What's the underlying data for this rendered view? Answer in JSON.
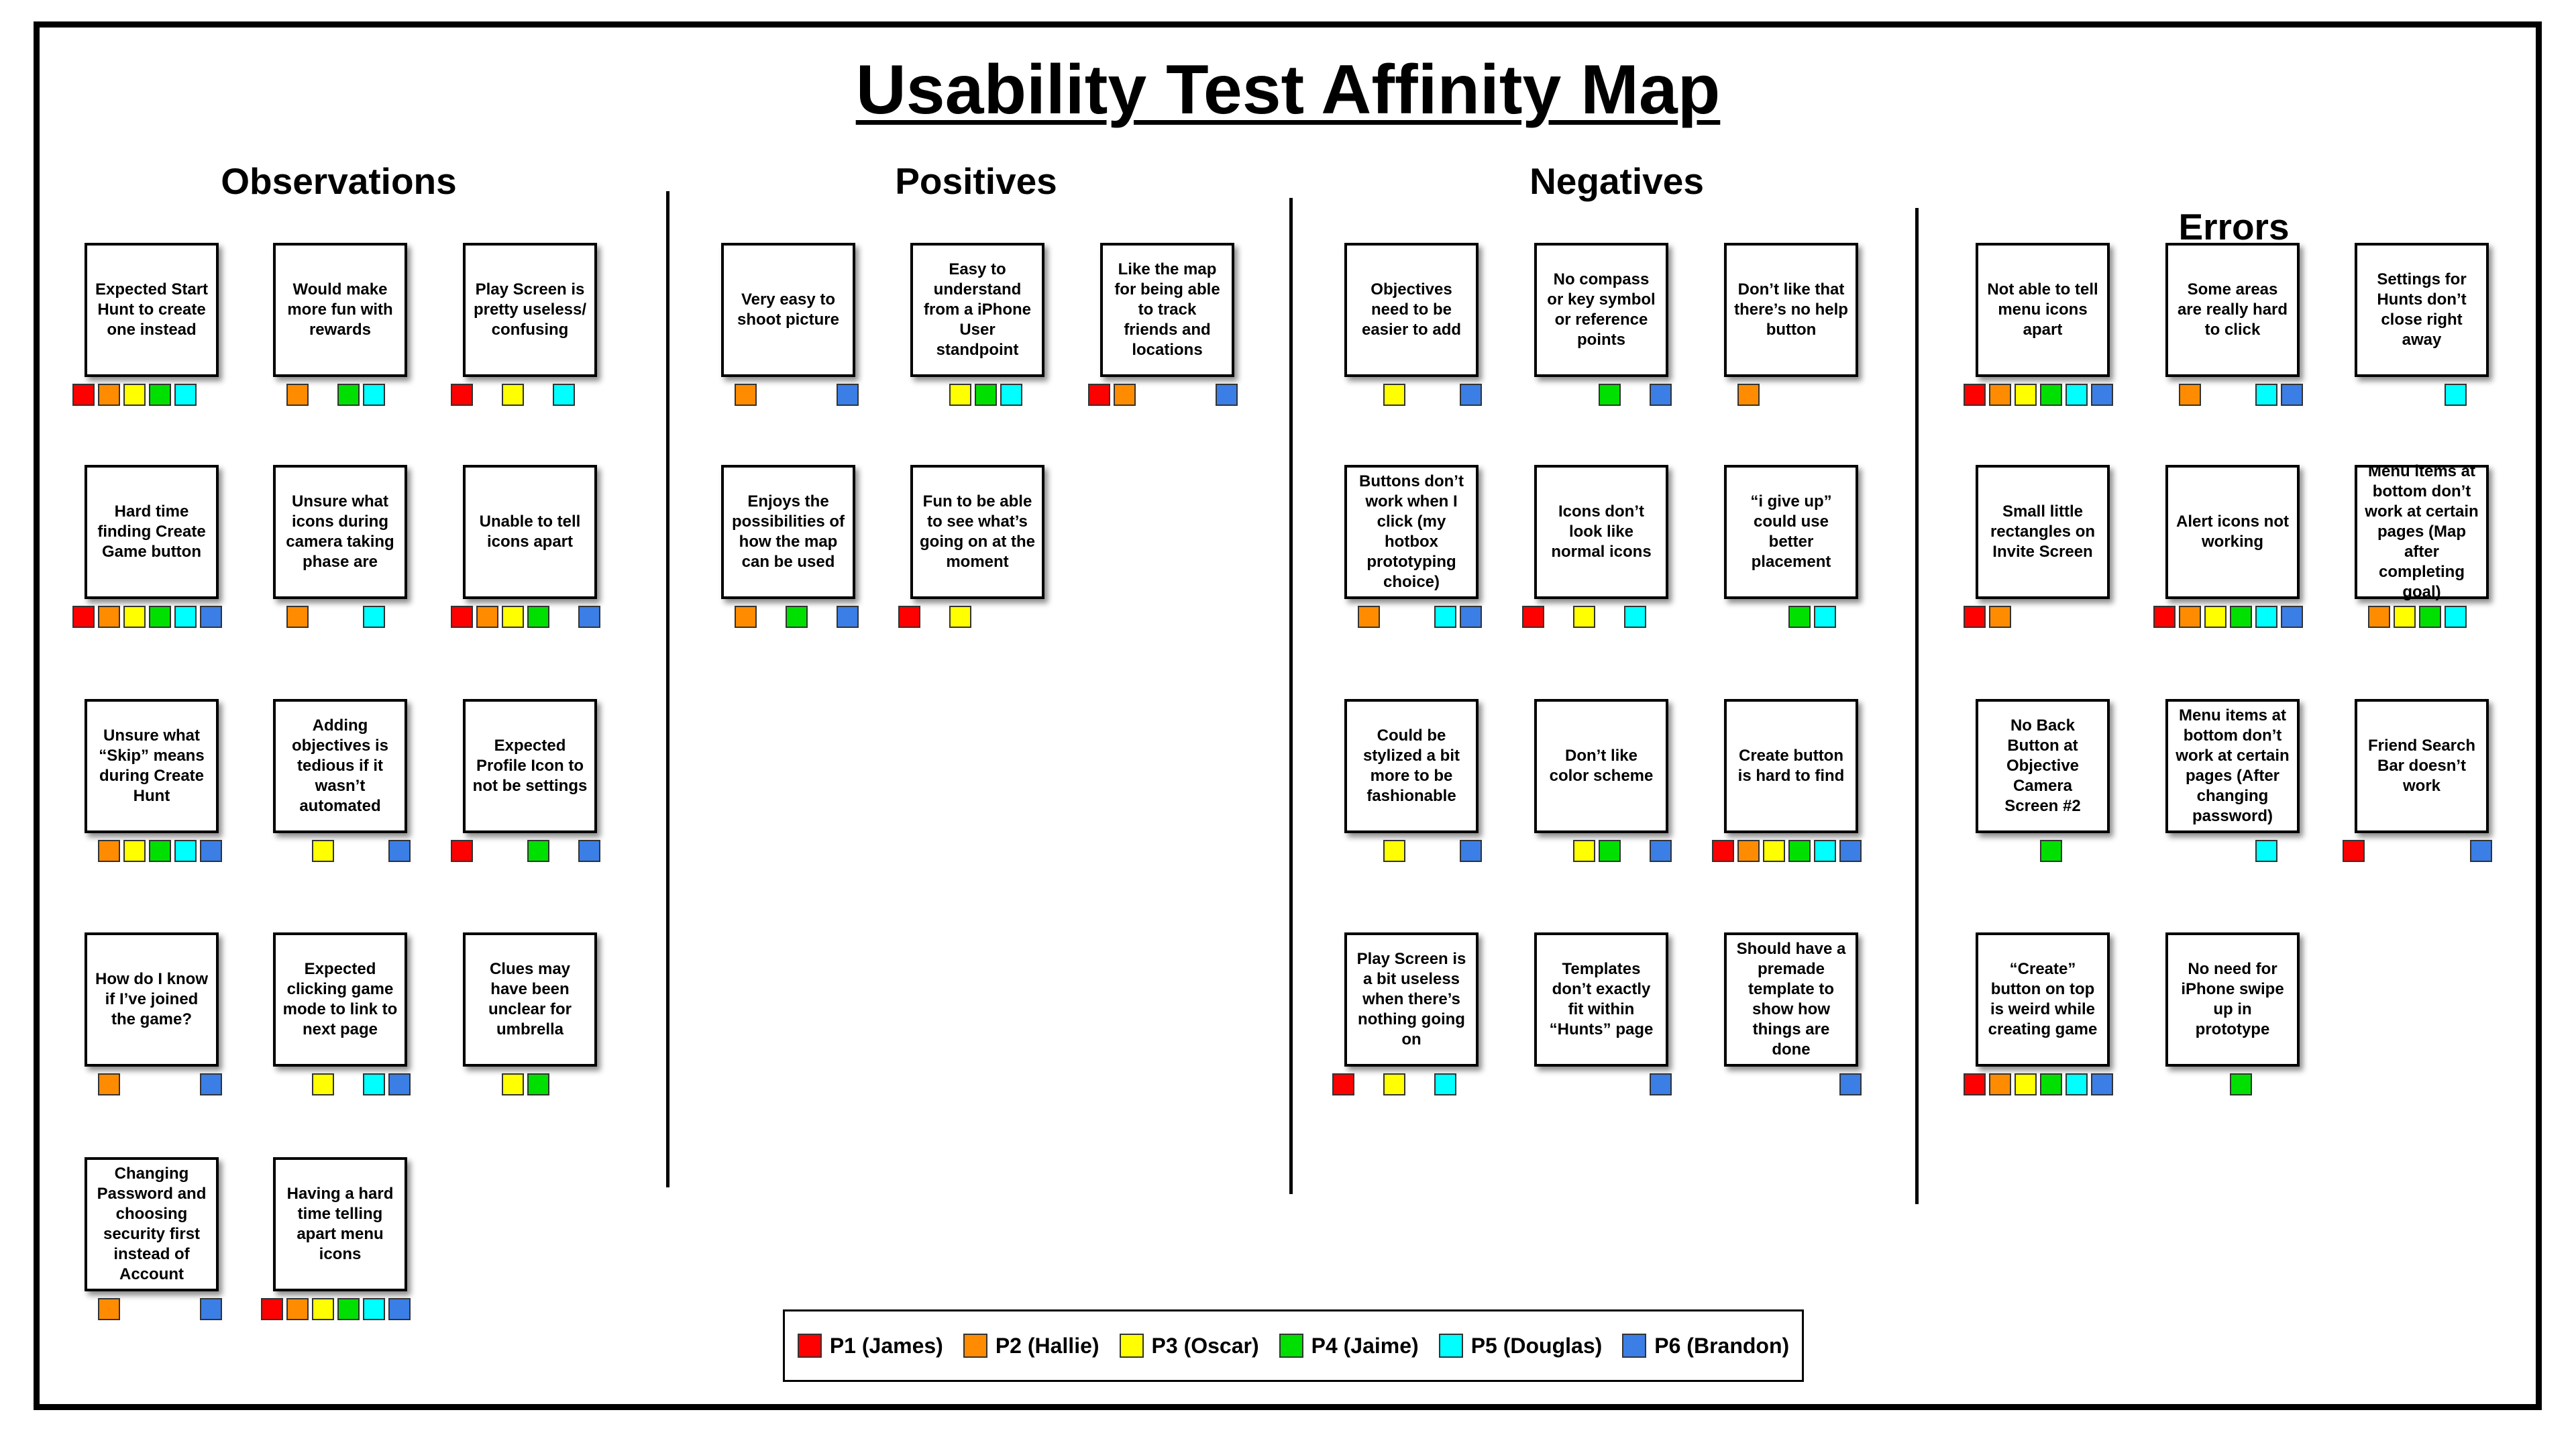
{
  "title": "Usability Test Affinity Map",
  "participants": [
    {
      "id": "P1",
      "label": "P1 (James)",
      "color": "#ff0000"
    },
    {
      "id": "P2",
      "label": "P2 (Hallie)",
      "color": "#ff8c00"
    },
    {
      "id": "P3",
      "label": "P3 (Oscar)",
      "color": "#ffff00"
    },
    {
      "id": "P4",
      "label": "P4 (Jaime)",
      "color": "#00e000"
    },
    {
      "id": "P5",
      "label": "P5 (Douglas)",
      "color": "#00ffff"
    },
    {
      "id": "P6",
      "label": "P6 (Brandon)",
      "color": "#3b7ee6"
    }
  ],
  "columns": [
    {
      "heading": "Observations",
      "notes": [
        {
          "text": "Expected Start Hunt to create one instead",
          "participants": [
            "P1",
            "P2",
            "P3",
            "P4",
            "P5"
          ]
        },
        {
          "text": "Would make more fun with rewards",
          "participants": [
            "P2",
            "P4",
            "P5"
          ]
        },
        {
          "text": "Play Screen is pretty useless/ confusing",
          "participants": [
            "P1",
            "P3",
            "P5"
          ]
        },
        {
          "text": "Hard time finding Create Game button",
          "participants": [
            "P1",
            "P2",
            "P3",
            "P4",
            "P5",
            "P6"
          ]
        },
        {
          "text": "Unsure what icons during camera taking phase are",
          "participants": [
            "P2",
            "P5"
          ]
        },
        {
          "text": "Unable to tell icons apart",
          "participants": [
            "P1",
            "P2",
            "P3",
            "P4",
            "P6"
          ]
        },
        {
          "text": "Unsure what “Skip” means during Create Hunt",
          "participants": [
            "P2",
            "P3",
            "P4",
            "P5",
            "P6"
          ]
        },
        {
          "text": "Adding objectives is tedious if it wasn’t automated",
          "participants": [
            "P3",
            "P6"
          ]
        },
        {
          "text": "Expected Profile Icon to not be settings",
          "participants": [
            "P1",
            "P4",
            "P6"
          ]
        },
        {
          "text": "How do I know if I’ve joined the game?",
          "participants": [
            "P2",
            "P6"
          ]
        },
        {
          "text": "Expected clicking game mode to link to next page",
          "participants": [
            "P3",
            "P5",
            "P6"
          ]
        },
        {
          "text": "Clues may have been unclear for umbrella",
          "participants": [
            "P3",
            "P4"
          ]
        },
        {
          "text": "Changing Password and choosing security first instead of Account",
          "participants": [
            "P2",
            "P6"
          ]
        },
        {
          "text": "Having a hard time telling apart menu icons",
          "participants": [
            "P1",
            "P2",
            "P3",
            "P4",
            "P5",
            "P6"
          ]
        }
      ]
    },
    {
      "heading": "Positives",
      "notes": [
        {
          "text": "Very easy to shoot picture",
          "participants": [
            "P2",
            "P6"
          ]
        },
        {
          "text": "Easy to understand from a iPhone User standpoint",
          "participants": [
            "P3",
            "P4",
            "P5"
          ]
        },
        {
          "text": "Like the map for being able to track friends and locations",
          "participants": [
            "P1",
            "P2",
            "P6"
          ]
        },
        {
          "text": "Enjoys the possibilities of how the map can be used",
          "participants": [
            "P2",
            "P4",
            "P6"
          ]
        },
        {
          "text": "Fun to be able to see what’s going on at the moment",
          "participants": [
            "P1",
            "P3"
          ]
        }
      ]
    },
    {
      "heading": "Negatives",
      "notes": [
        {
          "text": "Objectives need to be easier to add",
          "participants": [
            "P3",
            "P6"
          ]
        },
        {
          "text": "No compass or key symbol or reference points",
          "participants": [
            "P4",
            "P6"
          ]
        },
        {
          "text": "Don’t like that there’s no help button",
          "participants": [
            "P2"
          ]
        },
        {
          "text": "Buttons don’t work when I click (my hotbox prototyping choice)",
          "participants": [
            "P2",
            "P5",
            "P6"
          ]
        },
        {
          "text": "Icons don’t look like normal icons",
          "participants": [
            "P1",
            "P3",
            "P5"
          ]
        },
        {
          "text": "“i give up” could use better placement",
          "participants": [
            "P4",
            "P5"
          ]
        },
        {
          "text": "Could be stylized a bit more to be fashionable",
          "participants": [
            "P3",
            "P6"
          ]
        },
        {
          "text": "Don’t like color scheme",
          "participants": [
            "P3",
            "P4",
            "P6"
          ]
        },
        {
          "text": "Create button is hard to find",
          "participants": [
            "P1",
            "P2",
            "P3",
            "P4",
            "P5",
            "P6"
          ]
        },
        {
          "text": "Play Screen is a bit useless when there’s nothing going on",
          "participants": [
            "P1",
            "P3",
            "P5"
          ]
        },
        {
          "text": "Templates don’t exactly fit within “Hunts” page",
          "participants": [
            "P6"
          ]
        },
        {
          "text": "Should have a premade template to show how things are done",
          "participants": [
            "P6"
          ]
        }
      ]
    },
    {
      "heading": "Errors",
      "notes": [
        {
          "text": "Not able to tell menu icons apart",
          "participants": [
            "P1",
            "P2",
            "P3",
            "P4",
            "P5",
            "P6"
          ]
        },
        {
          "text": "Some areas are really hard to click",
          "participants": [
            "P2",
            "P5",
            "P6"
          ]
        },
        {
          "text": "Settings for Hunts don’t close right away",
          "participants": [
            "P5"
          ]
        },
        {
          "text": "Small little rectangles on Invite Screen",
          "participants": [
            "P1",
            "P2"
          ]
        },
        {
          "text": "Alert icons not working",
          "participants": [
            "P1",
            "P2",
            "P3",
            "P4",
            "P5",
            "P6"
          ]
        },
        {
          "text": "Menu items at bottom don’t work at certain pages (Map after completing goal)",
          "participants": [
            "P2",
            "P3",
            "P4",
            "P5"
          ]
        },
        {
          "text": "No Back Button at Objective Camera Screen #2",
          "participants": [
            "P4"
          ]
        },
        {
          "text": "Menu items at bottom don’t work at certain pages (After changing password)",
          "participants": [
            "P5"
          ]
        },
        {
          "text": "Friend Search Bar doesn’t work",
          "participants": [
            "P1",
            "P6"
          ]
        },
        {
          "text": "“Create” button on top is weird while creating game",
          "participants": [
            "P1",
            "P2",
            "P3",
            "P4",
            "P5",
            "P6"
          ]
        },
        {
          "text": "No need for iPhone swipe up in prototype",
          "participants": [
            "P4"
          ]
        }
      ]
    }
  ]
}
